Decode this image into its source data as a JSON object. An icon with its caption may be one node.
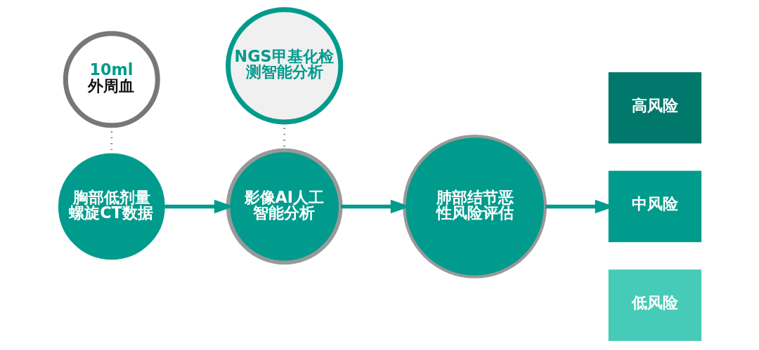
{
  "diagram": {
    "nodes": [
      {
        "text": [
          "10ml",
          "外周血"
        ]
      },
      {
        "text": [
          "胸部低剂量螺旋CT数据"
        ]
      },
      {
        "text": [
          "NGS甲基化检测智能分析"
        ]
      },
      {
        "text": [
          "影像AI人工智能分析"
        ]
      },
      {
        "text": [
          "肺部结节恶性风险评估"
        ]
      },
      {
        "text": [
          "高风险"
        ]
      },
      {
        "text": [
          "中风险"
        ]
      },
      {
        "text": [
          "低风险"
        ]
      }
    ],
    "edges": [
      {
        "from": 0,
        "to": 1,
        "arrow": "none",
        "style": "dashed",
        "color": "#777777"
      },
      {
        "from": 2,
        "to": 3,
        "arrow": "none",
        "style": "dashed",
        "color": "#777777"
      },
      {
        "from": 1,
        "to": 3,
        "arrow": "to"
      },
      {
        "from": 3,
        "to": 4,
        "arrow": "to"
      },
      {
        "from": 4,
        "to": 6,
        "arrow": "to"
      }
    ]
  }
}
